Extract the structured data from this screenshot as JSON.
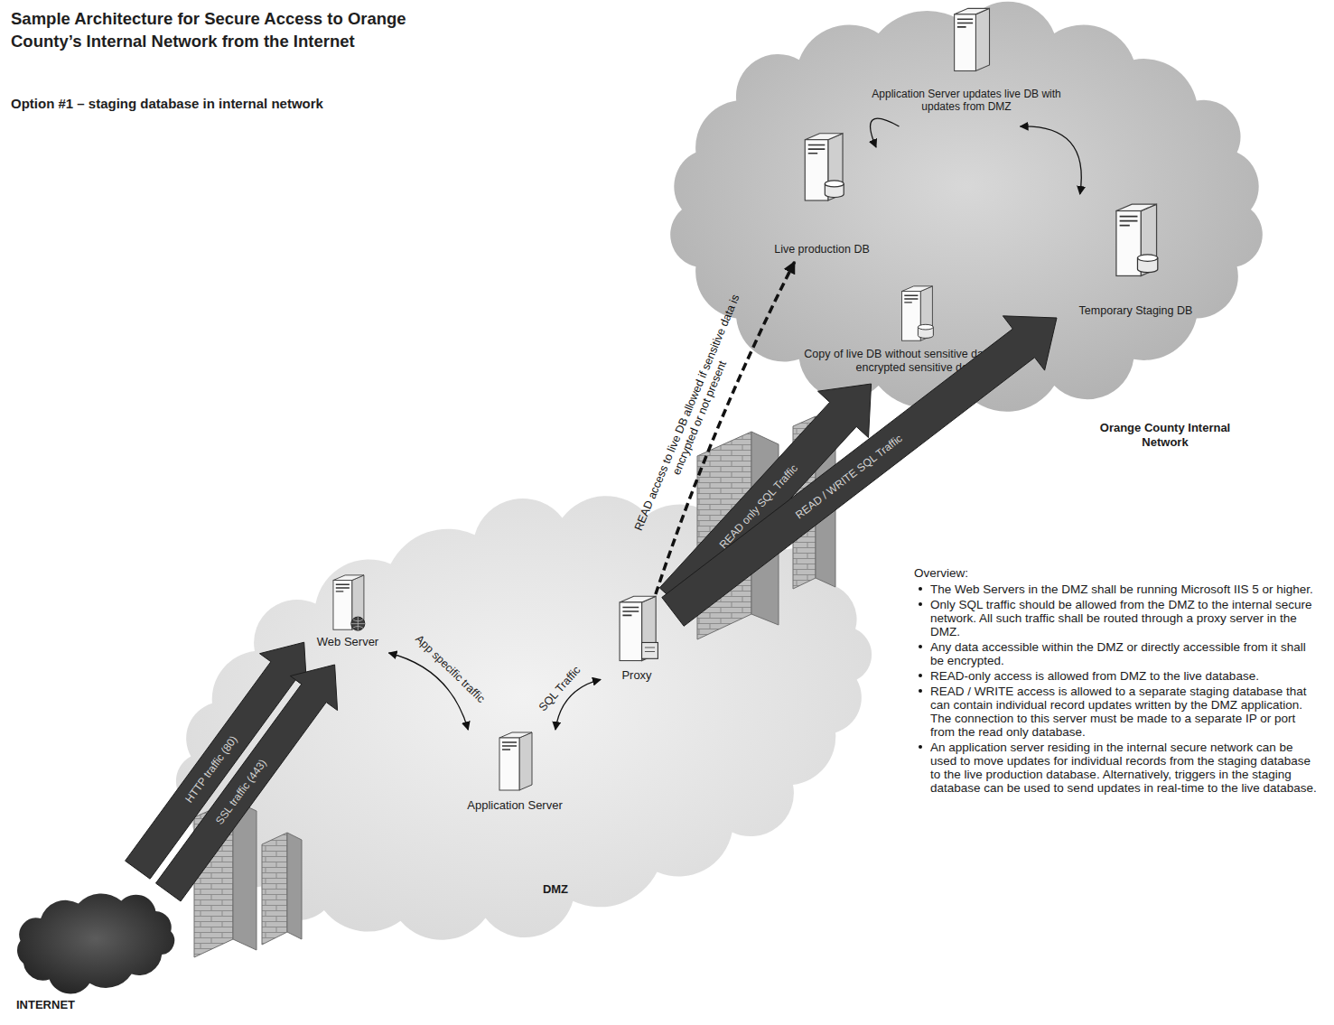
{
  "diagram": {
    "title": "Sample Architecture for Secure Access to Orange County’s Internal Network from the Internet",
    "nodes": [
      {
        "text": [
          "INTERNET"
        ]
      },
      {
        "text": [
          "DMZ"
        ]
      },
      {
        "text": [
          "Web Server"
        ],
        "in": 1
      },
      {
        "text": [
          "Application Server"
        ],
        "in": 1
      },
      {
        "text": [
          "Proxy"
        ],
        "in": 1
      },
      {
        "text": [
          "Orange County Internal Network"
        ]
      },
      {
        "text": [
          "Application Server updates live DB with updates from DMZ"
        ],
        "in": 5
      },
      {
        "text": [
          "Live production DB"
        ],
        "in": 5
      },
      {
        "text": [
          "Copy of live DB without sensitive data or with encrypted sensitive data"
        ],
        "in": 5
      },
      {
        "text": [
          "Temporary Staging DB"
        ],
        "in": 5
      }
    ],
    "edges": [
      {
        "from": 0,
        "to": 2,
        "arrow": "to",
        "label": "HTTP traffic (80)"
      },
      {
        "from": 0,
        "to": 2,
        "arrow": "to",
        "label": "SSL traffic (443)"
      },
      {
        "from": 2,
        "to": 3,
        "arrow": "both",
        "label": "App specific traffic"
      },
      {
        "from": 3,
        "to": 4,
        "arrow": "both",
        "label": "SQL Traffic"
      },
      {
        "from": 4,
        "to": 7,
        "arrow": "to",
        "label": "READ access to live DB allowed if sensitive data is encrypted or not present"
      },
      {
        "from": 4,
        "to": 8,
        "arrow": "to",
        "label": "READ only SQL Traffic"
      },
      {
        "from": 4,
        "to": 9,
        "arrow": "to",
        "label": "READ / WRITE SQL Traffic"
      },
      {
        "from": 6,
        "to": 7,
        "arrow": "to"
      },
      {
        "from": 6,
        "to": 9,
        "arrow": "both"
      }
    ],
    "labels": [
      "Option #1 – staging database in internal network",
      "Overview:",
      "The Web Servers in the DMZ shall be running Microsoft IIS 5 or higher.",
      "Only SQL traffic should be allowed from the DMZ to the internal secure network. All such traffic shall be routed through a proxy server in the DMZ.",
      "Any data accessible within the DMZ or directly accessible from it shall be encrypted.",
      "READ-only access is allowed from DMZ to the live database.",
      "READ / WRITE access is allowed to a separate staging database that can contain individual record updates written by the DMZ application. The connection to this server must be made to a separate IP or port from the read only database.",
      "An application server residing in the internal secure network can be used to move updates for individual records from the staging database to the live production database. Alternatively, triggers in the staging database can be used to send updates in real-time to the live database."
    ]
  }
}
